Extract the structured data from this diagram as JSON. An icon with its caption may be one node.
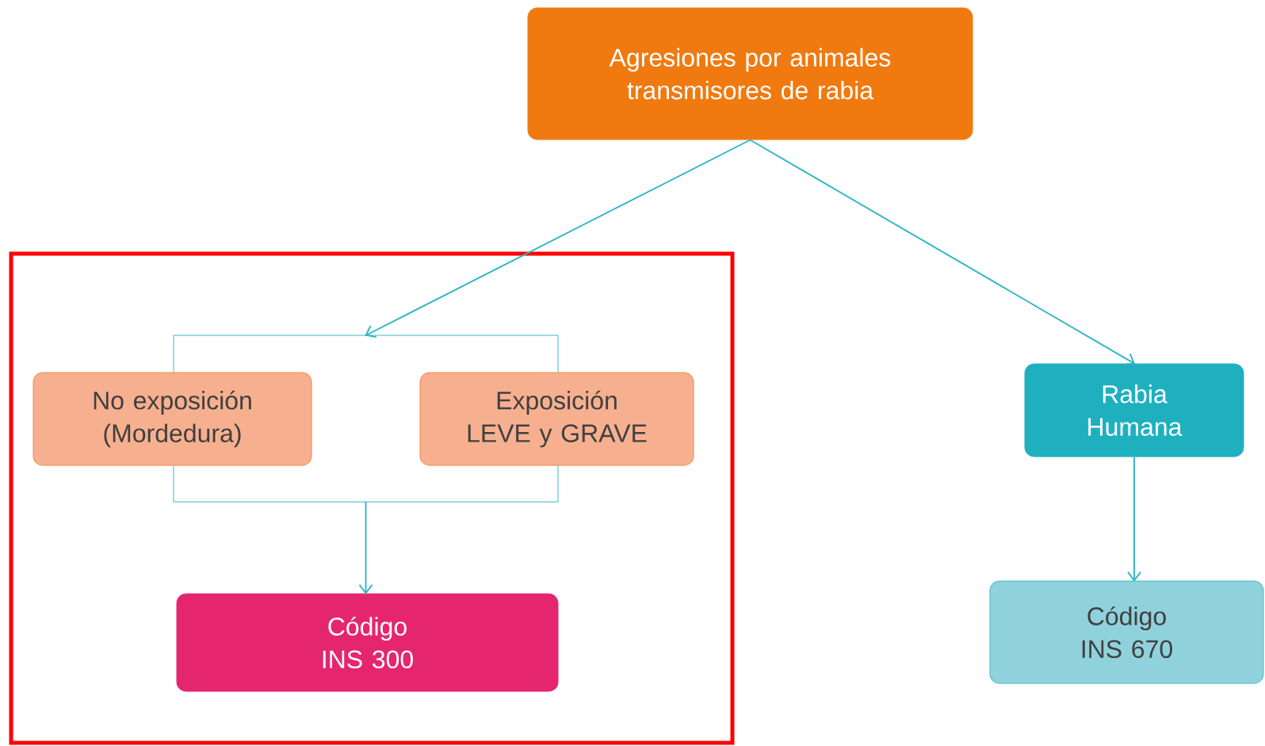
{
  "diagram": {
    "nodes": [
      {
        "text": [
          "Agresiones por animales transmisores de rabia"
        ]
      },
      {
        "text": [],
        "shape": "box"
      },
      {
        "text": [],
        "shape": "box",
        "in": 1
      },
      {
        "text": [
          "No exposición (Mordedura)"
        ],
        "in": 1
      },
      {
        "text": [
          "Exposición LEVE y GRAVE"
        ],
        "in": 1
      },
      {
        "text": [
          "Código INS 300"
        ],
        "in": 1
      },
      {
        "text": [
          "Rabia Humana"
        ]
      },
      {
        "text": [
          "Código INS 670"
        ]
      }
    ],
    "edges": [
      {
        "from": 0,
        "to": 2,
        "arrow": "to"
      },
      {
        "from": 2,
        "to": 5,
        "arrow": "to"
      },
      {
        "from": 0,
        "to": 6,
        "arrow": "to"
      },
      {
        "from": 6,
        "to": 7,
        "arrow": "to"
      }
    ]
  }
}
